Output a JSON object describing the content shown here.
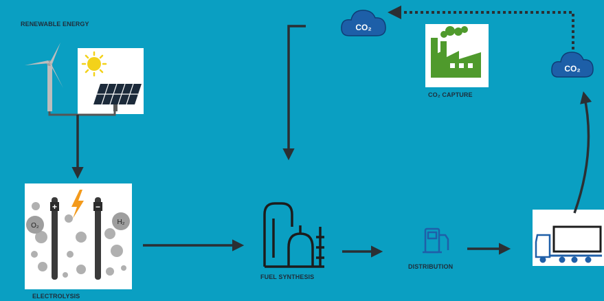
{
  "labels": {
    "renewable_energy": "RENEWABLE ENERGY",
    "electrolysis": "ELECTROLYSIS",
    "fuel_synthesis": "FUEL SYNTHESIS",
    "distribution": "DISTRIBUTION",
    "co2_capture": "CO₂ CAPTURE"
  },
  "clouds": {
    "top": "CO₂",
    "right": "CO₂"
  },
  "electrolysis_panel": {
    "plus": "+",
    "minus": "−",
    "o2": "O₂",
    "h2": "H₂"
  },
  "colors": {
    "background": "#0a9fc2",
    "arrow": "#2b2f33",
    "cloud": "#1d5fa8",
    "factory": "#4f9a2c",
    "icon_blue": "#1f5fa8",
    "solar_sun": "#f3d21a"
  }
}
